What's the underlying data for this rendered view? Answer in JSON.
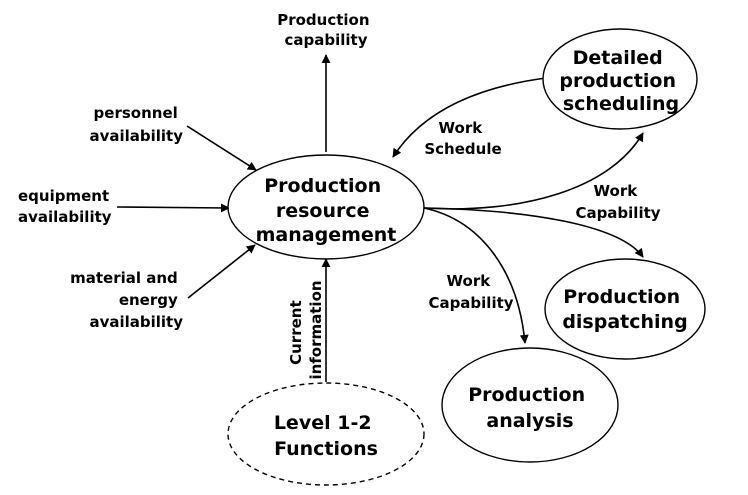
{
  "nodes": {
    "center": [
      "Production",
      "resource",
      "management"
    ],
    "scheduling": [
      "Detailed",
      "production",
      "scheduling"
    ],
    "dispatching": [
      "Production",
      "dispatching"
    ],
    "analysis": [
      "Production",
      "analysis"
    ],
    "level12": [
      "Level 1-2",
      "Functions"
    ]
  },
  "labels": {
    "production_capability": [
      "Production",
      "capability"
    ],
    "personnel": [
      "personnel",
      "availability"
    ],
    "equipment": [
      "equipment",
      "availability"
    ],
    "material": [
      "material and",
      "energy",
      "availability"
    ],
    "work_schedule": [
      "Work",
      "Schedule"
    ],
    "work_capability_dispatch": [
      "Work",
      "Capability"
    ],
    "work_capability_analysis": [
      "Work",
      "Capability"
    ],
    "current_information": [
      "Current",
      "information"
    ]
  },
  "colors": {
    "stroke": "#000000",
    "fill": "#ffffff"
  }
}
